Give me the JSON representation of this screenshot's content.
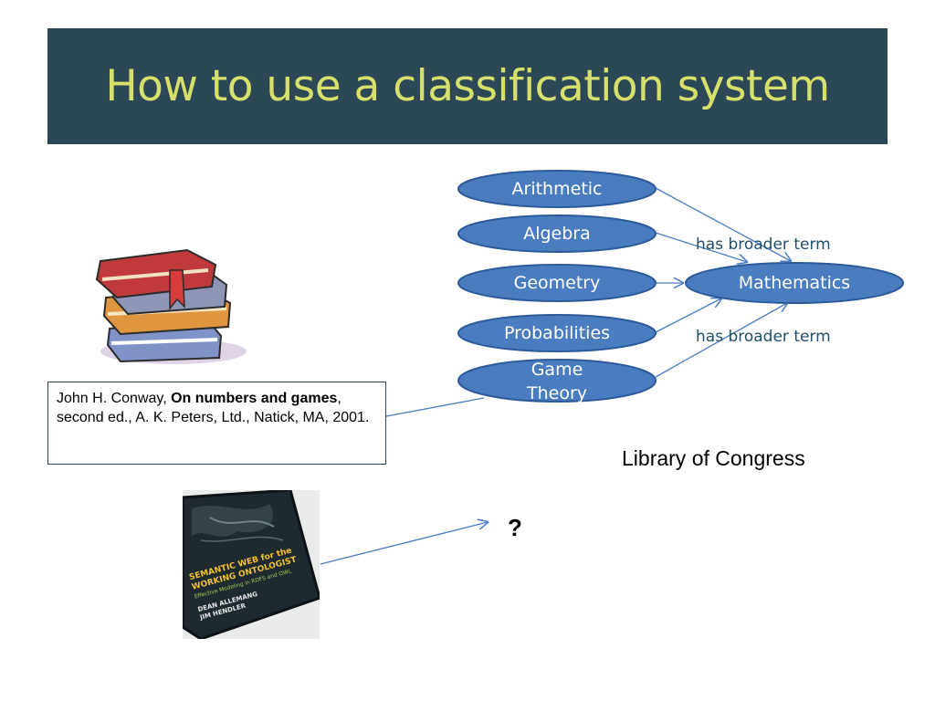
{
  "slide": {
    "title": "How to use a classification system"
  },
  "diagram": {
    "nodes": [
      {
        "id": "arithmetic",
        "label": "Arithmetic"
      },
      {
        "id": "algebra",
        "label": "Algebra"
      },
      {
        "id": "geometry",
        "label": "Geometry"
      },
      {
        "id": "probabilities",
        "label": "Probabilities"
      },
      {
        "id": "game_theory",
        "label": "Game Theory"
      },
      {
        "id": "mathematics",
        "label": "Mathematics"
      }
    ],
    "relations": [
      {
        "label": "has broader term"
      },
      {
        "label": "has broader term"
      }
    ],
    "source_label": "Library of Congress",
    "unknown_label": "?"
  },
  "citation": {
    "author": "John H. Conway, ",
    "title": "On numbers and games",
    "rest": ", second ed., A. K. Peters, Ltd., Natick, MA, 2001."
  },
  "book": {
    "cover_line1": "SEMANTIC WEB for the",
    "cover_line2": "WORKING ONTOLOGIST",
    "cover_subtitle": "Effective Modeling in RDFS and OWL",
    "author1": "DEAN ALLEMANG",
    "author2": "JIM HENDLER"
  },
  "colors": {
    "title_bg": "#2c4755",
    "title_text": "#d6e06a",
    "node_fill": "#4a7cc0",
    "node_stroke": "#2d5a99",
    "arrow": "#4a7cc0"
  }
}
